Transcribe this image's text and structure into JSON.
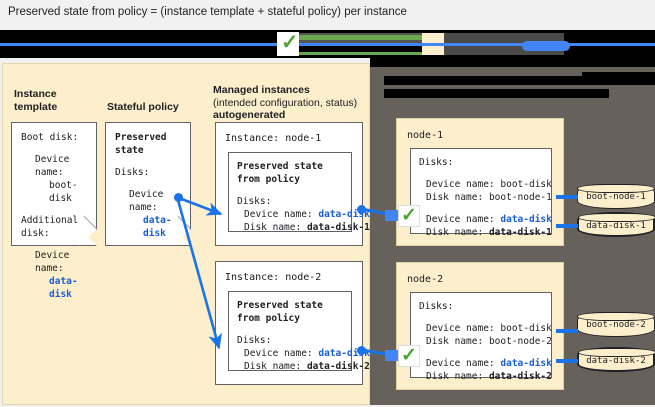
{
  "caption": "Preserved state from policy = (instance template + stateful policy) per instance",
  "legend": {
    "redacted": true,
    "check_icon": "✓",
    "colors": {
      "blue": "#4285f4",
      "green": "#6aa84f",
      "cream": "#fdeecc",
      "dark": "#4a4a4a"
    }
  },
  "colors": {
    "cream_panel": "#fdeecc",
    "dark_panel": "#66625b",
    "accent_blue": "#1a73e8",
    "link_blue": "#1a5fd0",
    "check_green": "#4ca32c",
    "border": "#5f6368"
  },
  "columns": {
    "instance_template": {
      "title_line1": "Instance",
      "title_line2": "template"
    },
    "stateful_policy": {
      "title_line1": "Stateful policy",
      "title_line2": ""
    },
    "managed_instances": {
      "title_line1": "Managed instances",
      "title_line2": "(intended configuration, status)",
      "title_line3": "autogenerated"
    },
    "actual_state": {
      "title_line1": "",
      "title_line2": "",
      "redacted": true
    }
  },
  "instance_template_card": {
    "l1": "Boot disk:",
    "l2": "Device name:",
    "l3": "boot-disk",
    "l4": "Additional",
    "l5": "disk:",
    "l6": "Device name:",
    "l7": "data-disk"
  },
  "stateful_policy_card": {
    "l1": "Preserved",
    "l2": "state",
    "l3": "Disks:",
    "l4": "Device name:",
    "l5": "data-disk"
  },
  "managed_instances": [
    {
      "title": "Instance: node-1",
      "preserved": {
        "h1": "Preserved state",
        "h2": "from policy",
        "disks_label": "Disks:",
        "device_name_label": "Device name:",
        "device_name_value": "data-disk",
        "disk_name_label": "Disk name:",
        "disk_name_value": "data-disk-1"
      }
    },
    {
      "title": "Instance: node-2",
      "preserved": {
        "h1": "Preserved state",
        "h2": "from policy",
        "disks_label": "Disks:",
        "device_name_label": "Device name:",
        "device_name_value": "data-disk",
        "disk_name_label": "Disk name:",
        "disk_name_value": "data-disk-2"
      }
    }
  ],
  "nodes": [
    {
      "name": "node-1",
      "disks_label": "Disks:",
      "boot": {
        "device_name_label": "Device name:",
        "device_name_value": "boot-disk",
        "disk_name_label": "Disk name:",
        "disk_name_value": "boot-node-1"
      },
      "data": {
        "device_name_label": "Device name:",
        "device_name_value": "data-disk",
        "disk_name_label": "Disk name:",
        "disk_name_value": "data-disk-1"
      },
      "cylinders": [
        {
          "label": "boot-node-1",
          "emphasis": false
        },
        {
          "label": "data-disk-1",
          "emphasis": true
        }
      ],
      "status_icon": "✓"
    },
    {
      "name": "node-2",
      "disks_label": "Disks:",
      "boot": {
        "device_name_label": "Device name:",
        "device_name_value": "boot-disk",
        "disk_name_label": "Disk name:",
        "disk_name_value": "boot-node-2"
      },
      "data": {
        "device_name_label": "Device name:",
        "device_name_value": "data-disk",
        "disk_name_label": "Disk name:",
        "disk_name_value": "data-disk-2"
      },
      "cylinders": [
        {
          "label": "boot-node-2",
          "emphasis": false
        },
        {
          "label": "data-disk-2",
          "emphasis": true
        }
      ],
      "status_icon": "✓"
    }
  ]
}
